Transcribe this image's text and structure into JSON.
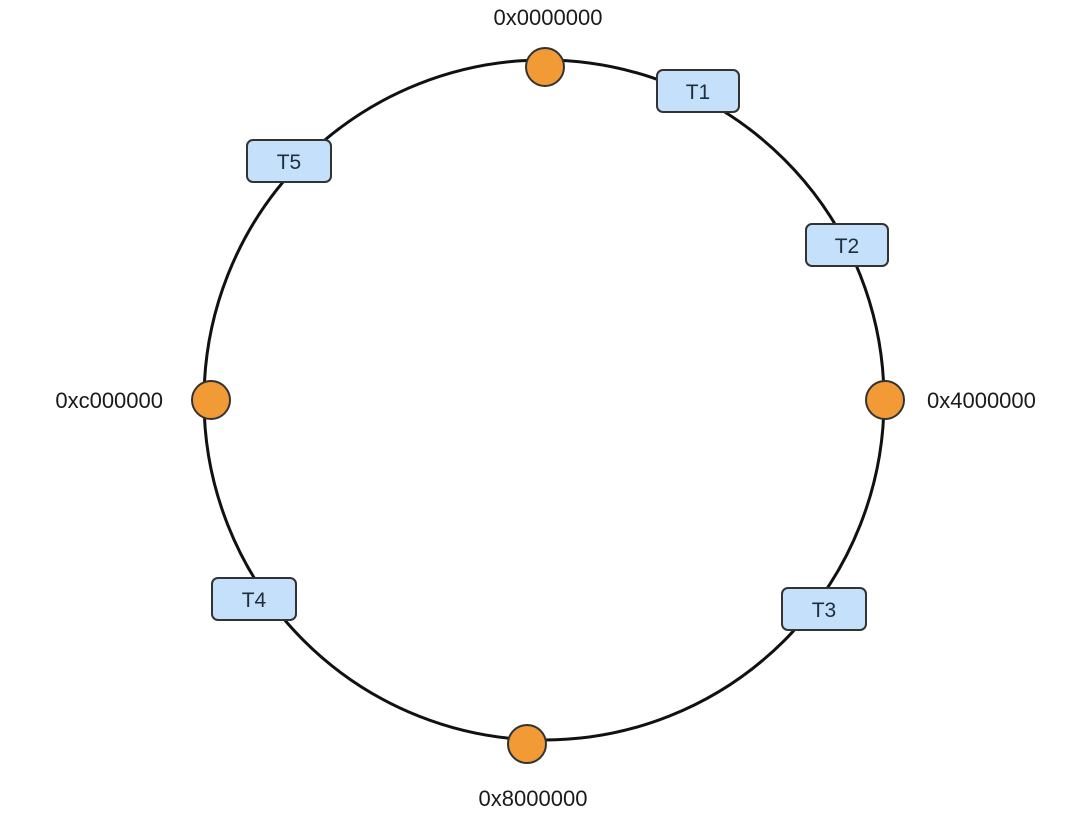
{
  "colors": {
    "ring_stroke": "#111111",
    "hash_node_fill": "#f29a35",
    "hash_node_stroke": "#333333",
    "task_box_fill": "#c5e0fa",
    "task_box_stroke": "#333333"
  },
  "hash_points": [
    {
      "id": "top",
      "label": "0x0000000"
    },
    {
      "id": "right",
      "label": "0x4000000"
    },
    {
      "id": "bottom",
      "label": "0x8000000"
    },
    {
      "id": "left",
      "label": "0xc000000"
    }
  ],
  "tasks": [
    {
      "id": "t1",
      "label": "T1"
    },
    {
      "id": "t2",
      "label": "T2"
    },
    {
      "id": "t3",
      "label": "T3"
    },
    {
      "id": "t4",
      "label": "T4"
    },
    {
      "id": "t5",
      "label": "T5"
    }
  ]
}
